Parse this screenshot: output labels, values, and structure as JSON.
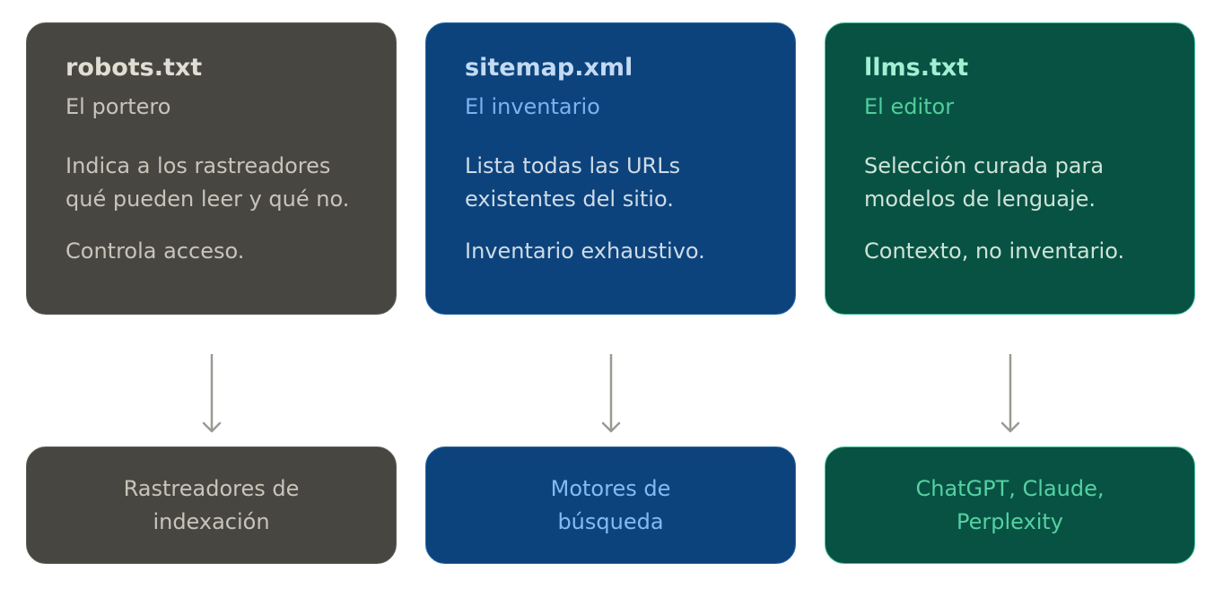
{
  "columns": [
    {
      "title": "robots.txt",
      "subtitle": "El portero",
      "desc_line1": "Indica a los rastreadores",
      "desc_line2": "qué pueden leer y qué no.",
      "note": "Controla acceso.",
      "target_line1": "Rastreadores de",
      "target_line2": "indexación",
      "bg": "#474641",
      "border": "#5e5d57"
    },
    {
      "title": "sitemap.xml",
      "subtitle": "El inventario",
      "desc_line1": "Lista todas las URLs",
      "desc_line2": "existentes del sitio.",
      "note": "Inventario exhaustivo.",
      "target_line1": "Motores de",
      "target_line2": "búsqueda",
      "bg": "#0d437c",
      "border": "#2a6aa6"
    },
    {
      "title": "llms.txt",
      "subtitle": "El editor",
      "desc_line1": "Selección curada para",
      "desc_line2": "modelos de lenguaje.",
      "note": "Contexto, no inventario.",
      "target_line1": "ChatGPT, Claude,",
      "target_line2": "Perplexity",
      "bg": "#085243",
      "border": "#3ebf92"
    }
  ],
  "arrow_color": "#9a9993"
}
